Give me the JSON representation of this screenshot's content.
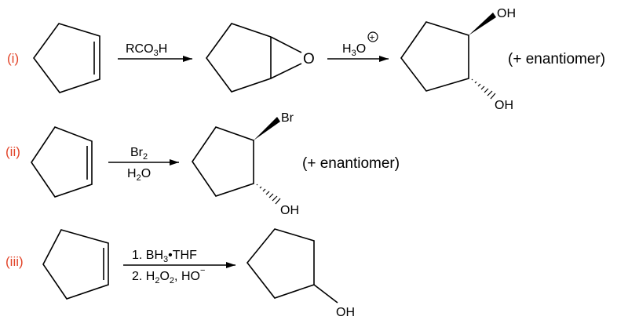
{
  "colors": {
    "label": "#e2452a",
    "structure": "#000000"
  },
  "reactions": [
    {
      "label": "(i)",
      "reagent_1": {
        "main": "RCO",
        "sub": "3",
        "tail": "H"
      },
      "intermediate_atom": "O",
      "reagent_2": {
        "main": "H",
        "sub": "3",
        "tail": "O",
        "charge": "+"
      },
      "product_groups": [
        "OH",
        "OH"
      ],
      "note": "(+ enantiomer)"
    },
    {
      "label": "(ii)",
      "reagent_top": {
        "main": "Br",
        "sub": "2"
      },
      "reagent_bottom": {
        "main": "H",
        "sub": "2",
        "tail": "O"
      },
      "product_groups": [
        "Br",
        "OH"
      ],
      "note": "(+ enantiomer)"
    },
    {
      "label": "(iii)",
      "step_1": {
        "main": "1. BH",
        "sub": "3",
        "tail": "•THF"
      },
      "step_2": {
        "main": "2. H",
        "sub1": "2",
        "mid": "O",
        "sub2": "2",
        "tail": ", HO",
        "charge": "−"
      },
      "product_group": "OH"
    }
  ]
}
